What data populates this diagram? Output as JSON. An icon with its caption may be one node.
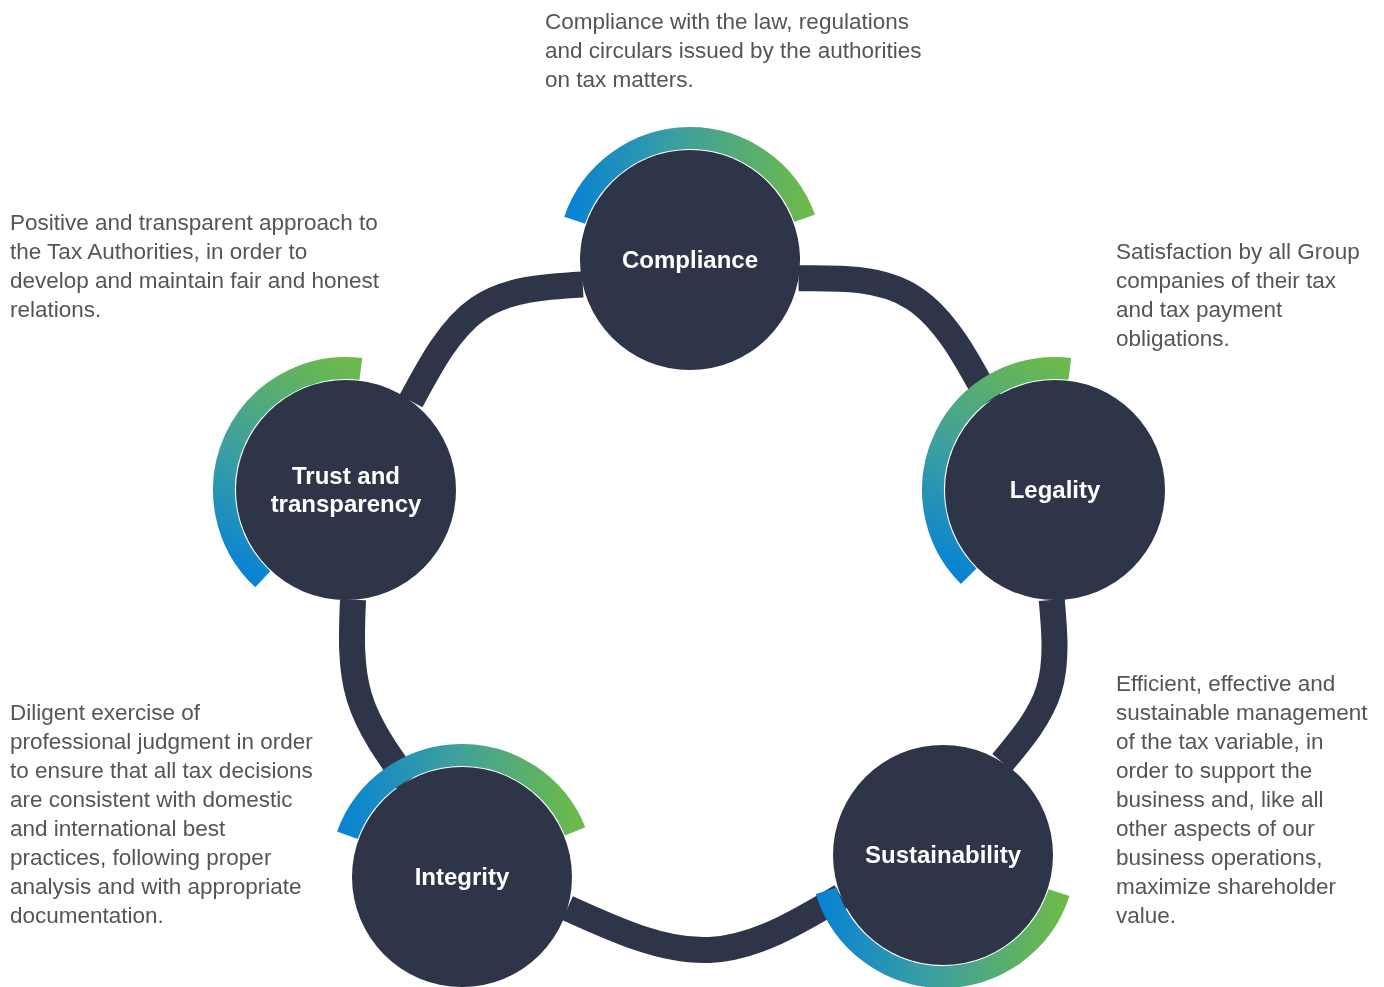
{
  "diagram": {
    "nodes": [
      {
        "text": [
          "Compliance"
        ],
        "beside": [
          "Compliance with the law, regulations and circulars issued by the authorities on tax matters."
        ]
      },
      {
        "text": [
          "Legality"
        ],
        "beside": [
          "Satisfaction by all Group companies of their tax and tax payment obligations."
        ]
      },
      {
        "text": [
          "Sustainability"
        ],
        "beside": [
          "Efficient, effective and sustainable management of the tax variable, in order to support the business and, like all other aspects of our business operations, maximize shareholder value."
        ]
      },
      {
        "text": [
          "Integrity"
        ],
        "beside": [
          "Diligent exercise of professional judgment in order to ensure that all tax decisions are consistent with domestic and international best practices, following proper analysis and with appropriate documentation."
        ]
      },
      {
        "text": [
          "Trust and transparency"
        ],
        "beside": [
          "Positive and transparent approach to the Tax Authorities, in order to develop and maintain fair and honest relations."
        ]
      }
    ],
    "edges": [
      {
        "from": 0,
        "to": 1,
        "arrow": "none"
      },
      {
        "from": 1,
        "to": 2,
        "arrow": "none"
      },
      {
        "from": 2,
        "to": 3,
        "arrow": "none"
      },
      {
        "from": 3,
        "to": 4,
        "arrow": "none"
      },
      {
        "from": 4,
        "to": 0,
        "arrow": "none"
      }
    ]
  }
}
